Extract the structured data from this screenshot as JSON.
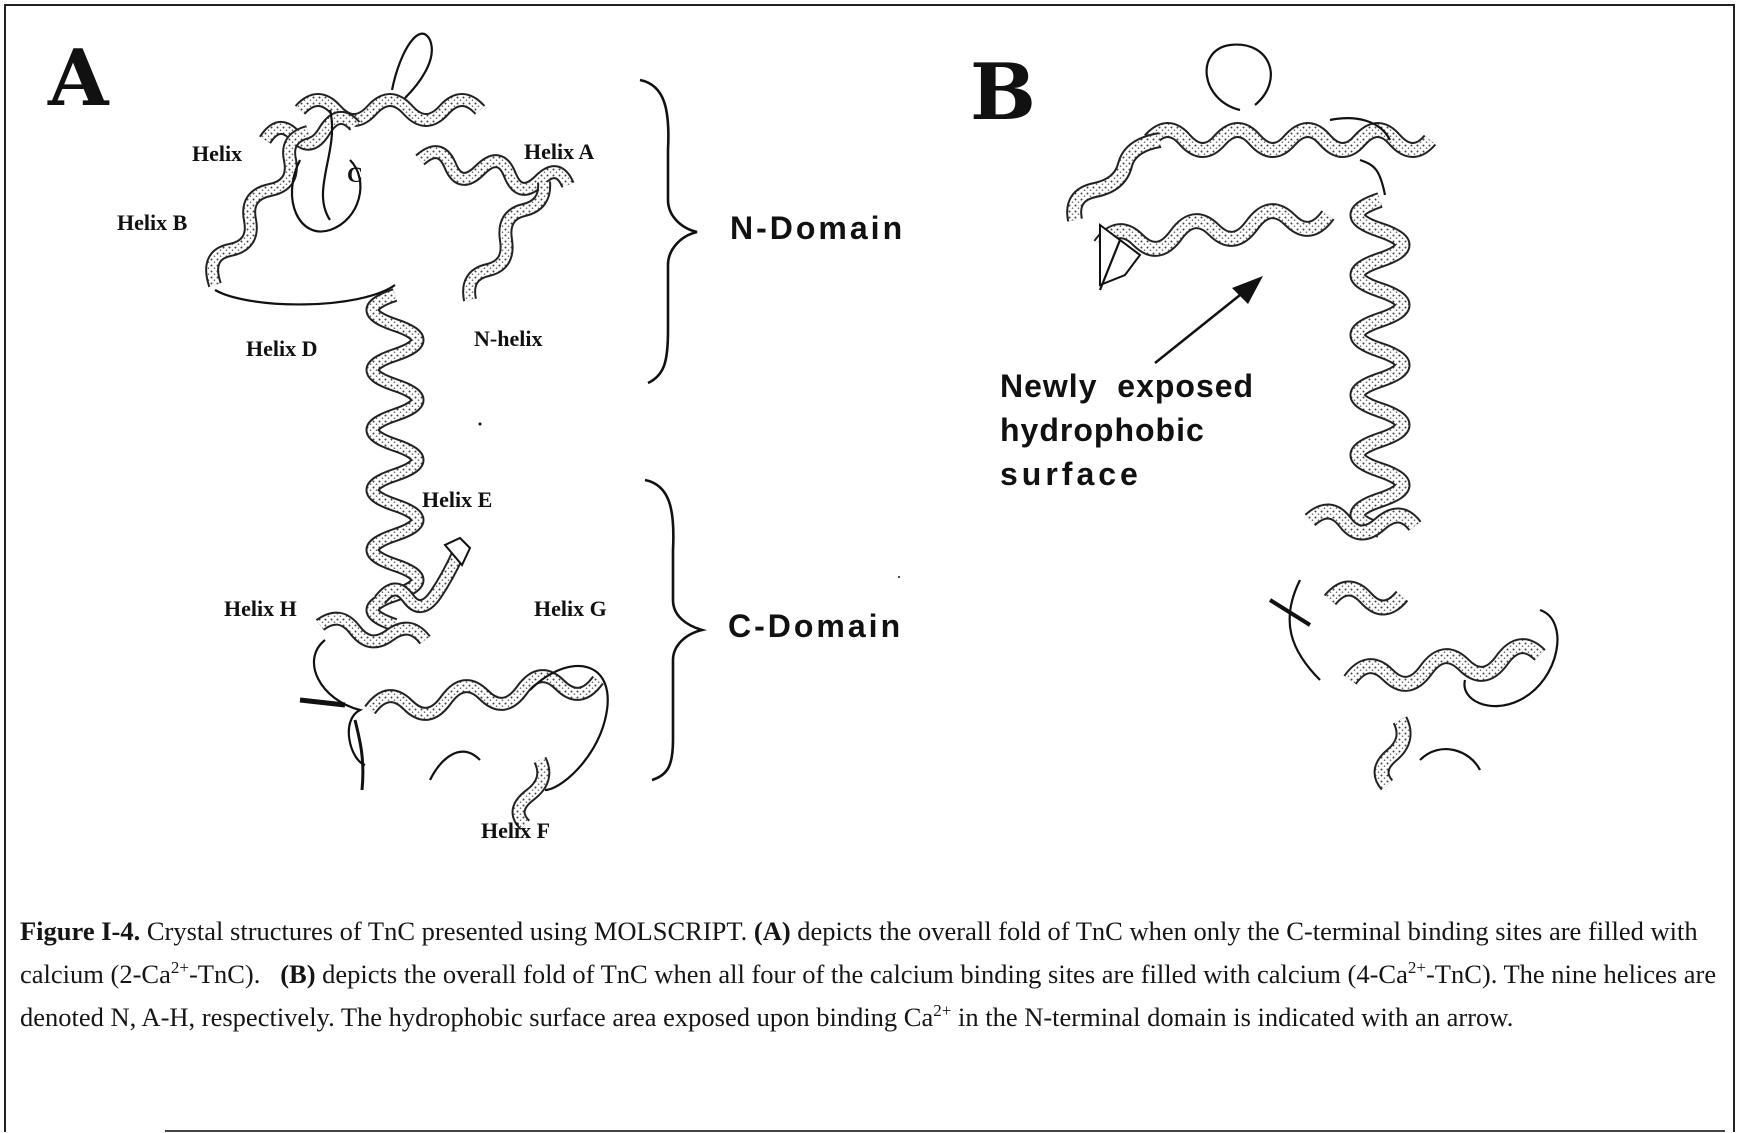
{
  "panel_a": {
    "letter": "A",
    "helices": {
      "c_helix": "Helix",
      "c_letter": "C",
      "helix_a": "Helix A",
      "helix_b": "Helix B",
      "helix_d": "Helix D",
      "n_helix": "N-helix",
      "helix_e": "Helix E",
      "helix_h": "Helix H",
      "helix_g": "Helix G",
      "helix_f": "Helix F"
    },
    "n_domain": "N-Domain",
    "c_domain": "C-Domain"
  },
  "panel_b": {
    "letter": "B",
    "annotation_lines": [
      "Newly  exposed",
      "hydrophobic",
      "surface"
    ]
  },
  "caption": {
    "figure_number": "Figure I-4.",
    "part1": " Crystal structures of TnC presented using MOLSCRIPT. ",
    "ref_a": "(A)",
    "part2": "  depicts the overall fold of TnC when only the C-terminal binding sites are filled with calcium (2-Ca",
    "sup1": "2+",
    "part3": "-TnC).   ",
    "ref_b": "(B)",
    "part4": "  depicts the overall fold of TnC when all four of the calcium binding sites are filled with calcium (4-Ca",
    "sup2": "2+",
    "part5": "-TnC). The nine helices are denoted N, A-H, respectively. The hydrophobic surface area exposed upon binding Ca",
    "sup3": "2+",
    "part6": " in the N-terminal domain is indicated with an arrow."
  }
}
